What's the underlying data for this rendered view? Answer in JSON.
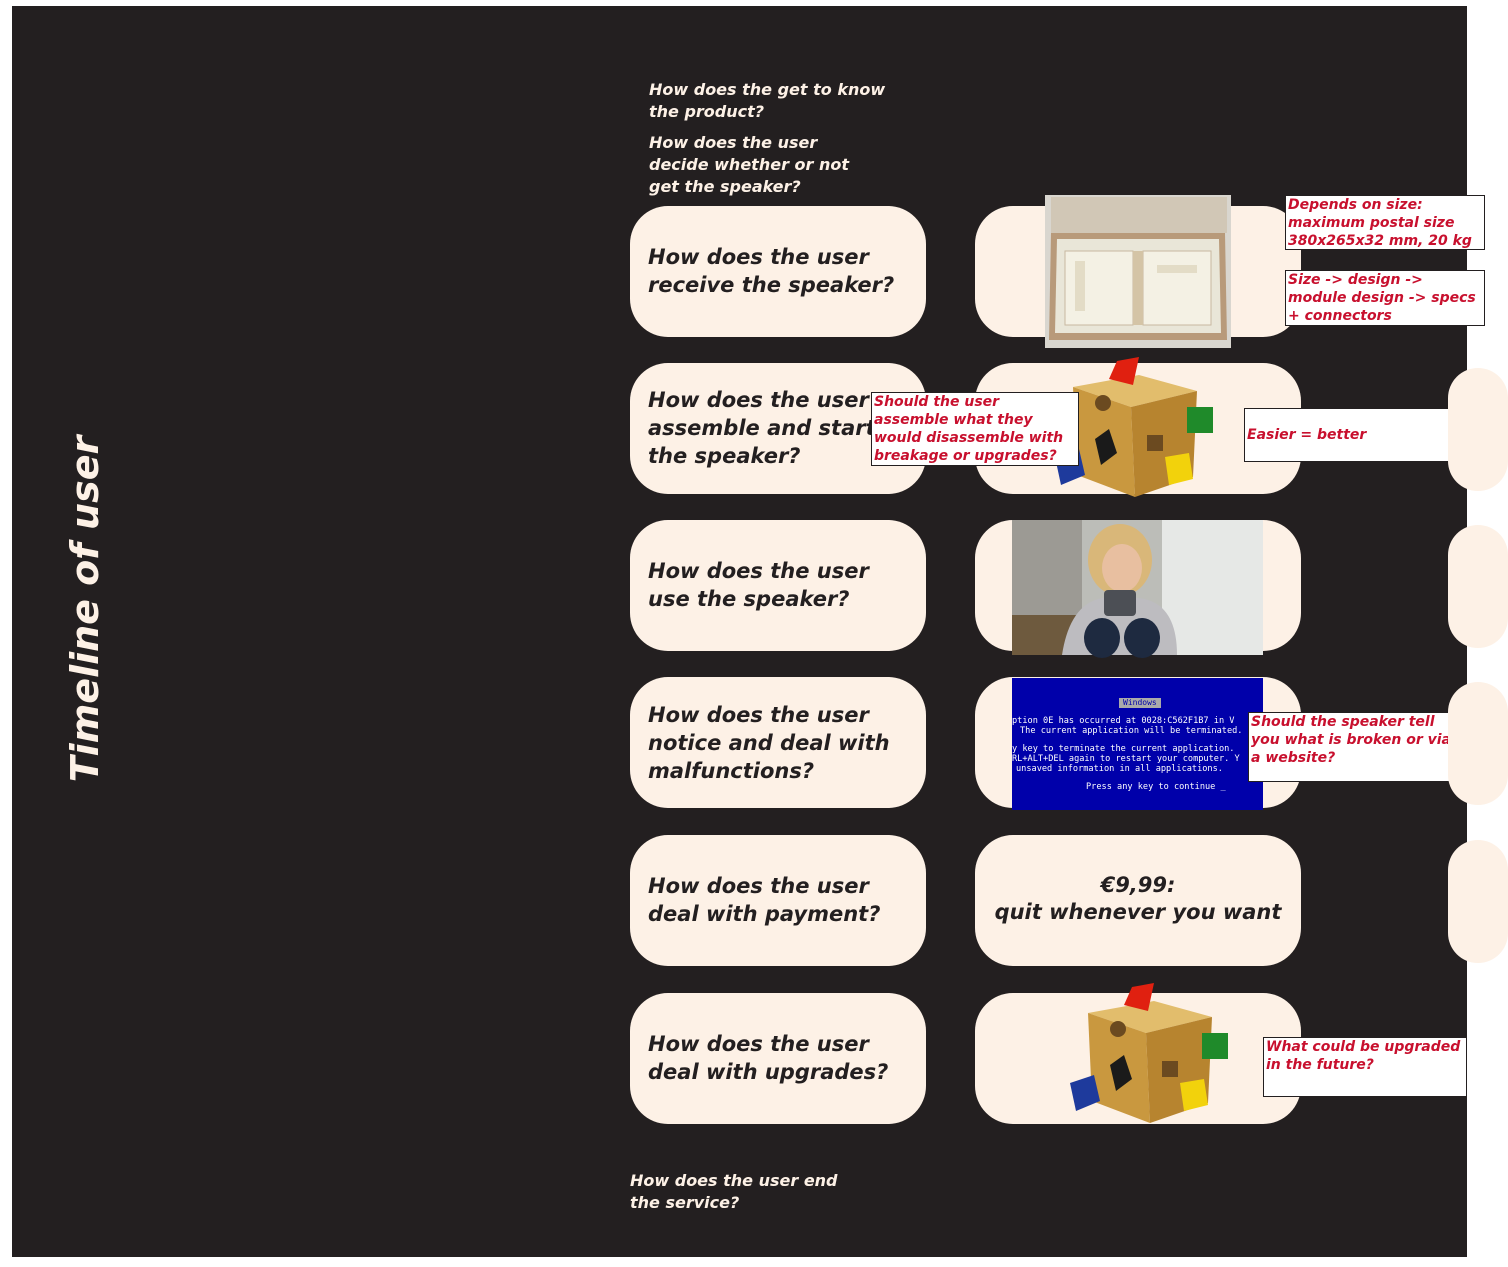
{
  "title": "Timeline of user",
  "intro_questions": [
    "How does the get to know the product?",
    "How does the user decide whether or not get the speaker?"
  ],
  "rows": [
    {
      "question": "How does the user receive the speaker?"
    },
    {
      "question": "How does the user assemble and start the speaker?"
    },
    {
      "question": "How does the user use the speaker?"
    },
    {
      "question": "How does the user notice and deal with malfunctions?"
    },
    {
      "question": "How does the user deal with payment?",
      "answer_line1": "€9,99:",
      "answer_line2": "quit whenever you want"
    },
    {
      "question": "How does the user deal with upgrades?"
    }
  ],
  "end_question": "How does the user end the service?",
  "notes": {
    "postal_size": "Depends on size: maximum postal size 380x265x32 mm, 20 kg",
    "design_chain": "Size -> design -> module design -> specs + connectors",
    "assemble": "Should the user assemble what they would disassemble with breakage or upgrades?",
    "easier": "Easier = better",
    "broken": "Should the speaker tell you what is broken or via a website?",
    "upgrade": "What could be upgraded in the future?"
  },
  "bsod": {
    "header": "Windows",
    "line1": "ption 0E has occurred at 0028:C562F1B7 in V",
    "line2": "The current application will be terminated.",
    "line3": "y key to terminate the current application.",
    "line4": "RL+ALT+DEL again to restart your computer. Y",
    "line5": "unsaved information in all applications.",
    "line6": "Press any key to continue _"
  },
  "colors": {
    "background": "#231f20",
    "card": "#fdf1e6",
    "note_text": "#c8102e",
    "bsod_blue": "#0000aa"
  },
  "icons": [
    "box-photo",
    "shape-sorter-cube",
    "woman-with-mug-photo",
    "blue-screen"
  ]
}
